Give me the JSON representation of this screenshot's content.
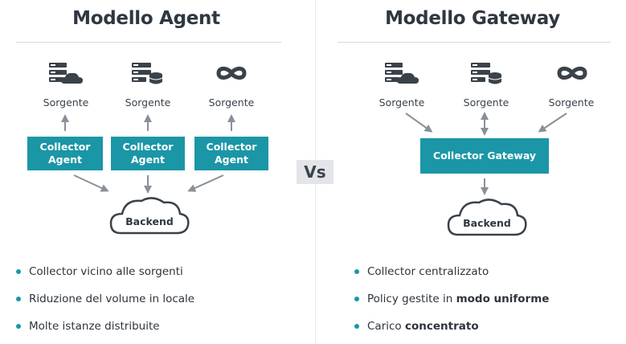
{
  "left": {
    "title": "Modello Agent",
    "sources": [
      {
        "label": "Sorgente",
        "icon": "server-cloud-icon"
      },
      {
        "label": "Sorgente",
        "icon": "server-database-icon"
      },
      {
        "label": "Sorgente",
        "icon": "infinity-icon"
      }
    ],
    "collectors": [
      {
        "line1": "Collector",
        "line2": "Agent"
      },
      {
        "line1": "Collector",
        "line2": "Agent"
      },
      {
        "line1": "Collector",
        "line2": "Agent"
      }
    ],
    "backend": "Backend",
    "bullets": [
      {
        "text": "Collector vicino alle sorgenti",
        "bold": ""
      },
      {
        "text": "Riduzione del volume in locale",
        "bold": ""
      },
      {
        "text": "Molte istanze distribuite",
        "bold": ""
      }
    ]
  },
  "vs": "Vs",
  "right": {
    "title": "Modello Gateway",
    "sources": [
      {
        "label": "Sorgente",
        "icon": "server-cloud-icon"
      },
      {
        "label": "Sorgente",
        "icon": "server-database-icon"
      },
      {
        "label": "Sorgente",
        "icon": "infinity-icon"
      }
    ],
    "collector": "Collector Gateway",
    "backend": "Backend",
    "bullets": [
      {
        "text": "Collector centralizzato",
        "bold": ""
      },
      {
        "text": "Policy gestite in ",
        "bold": "modo uniforme"
      },
      {
        "text": "Carico ",
        "bold": "concentrato"
      }
    ]
  },
  "colors": {
    "accent": "#1b96a6",
    "icon": "#3a424a",
    "arrow": "#8a9097"
  }
}
